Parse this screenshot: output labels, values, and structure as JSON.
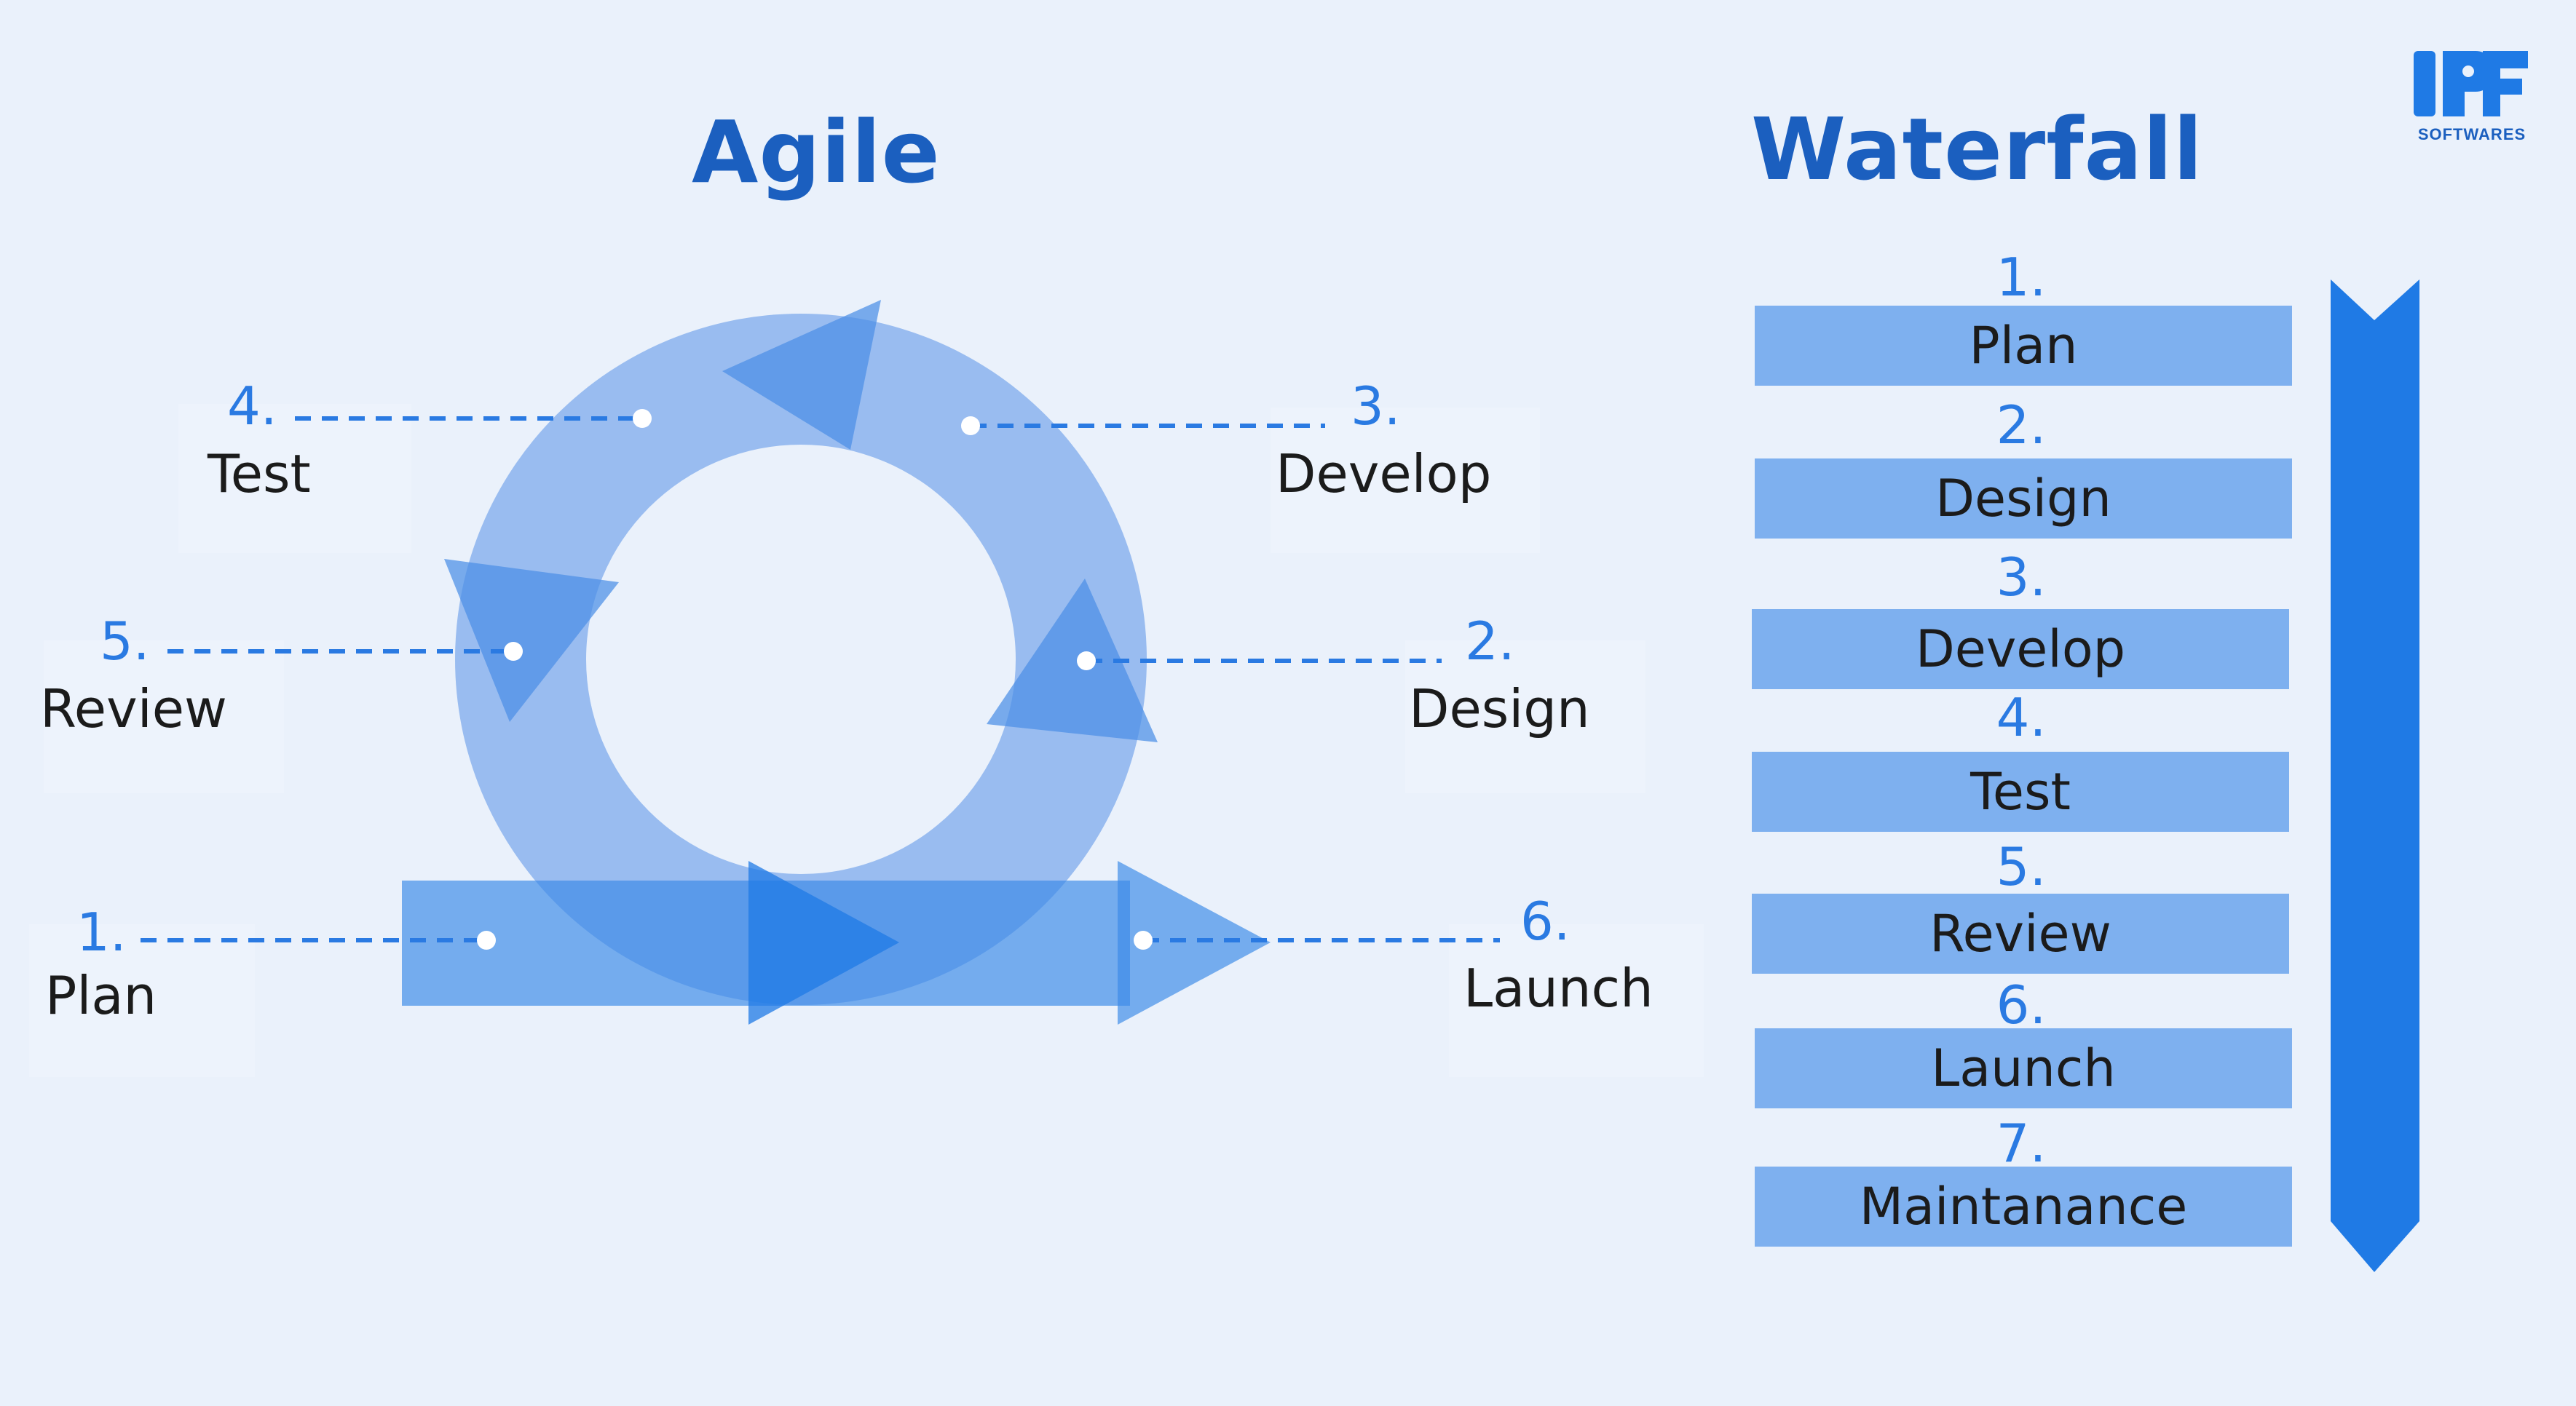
{
  "brand": {
    "name": "SOFTWARES"
  },
  "agile": {
    "title": "Agile",
    "steps": [
      {
        "num": "1.",
        "label": "Plan"
      },
      {
        "num": "2.",
        "label": "Design"
      },
      {
        "num": "3.",
        "label": "Develop"
      },
      {
        "num": "4.",
        "label": "Test"
      },
      {
        "num": "5.",
        "label": "Review"
      },
      {
        "num": "6.",
        "label": "Launch"
      }
    ]
  },
  "waterfall": {
    "title": "Waterfall",
    "steps": [
      {
        "num": "1.",
        "label": "Plan"
      },
      {
        "num": "2.",
        "label": "Design"
      },
      {
        "num": "3.",
        "label": "Develop"
      },
      {
        "num": "4.",
        "label": "Test"
      },
      {
        "num": "5.",
        "label": "Review"
      },
      {
        "num": "6.",
        "label": "Launch"
      },
      {
        "num": "7.",
        "label": "Maintanance"
      }
    ]
  },
  "colors": {
    "background": "#eaf1fb",
    "title": "#1b5fbf",
    "number": "#2a7ae2",
    "bar": "#7eb0ef",
    "arrow": "#1f7ae5",
    "cycle": "#7aa9ec"
  }
}
